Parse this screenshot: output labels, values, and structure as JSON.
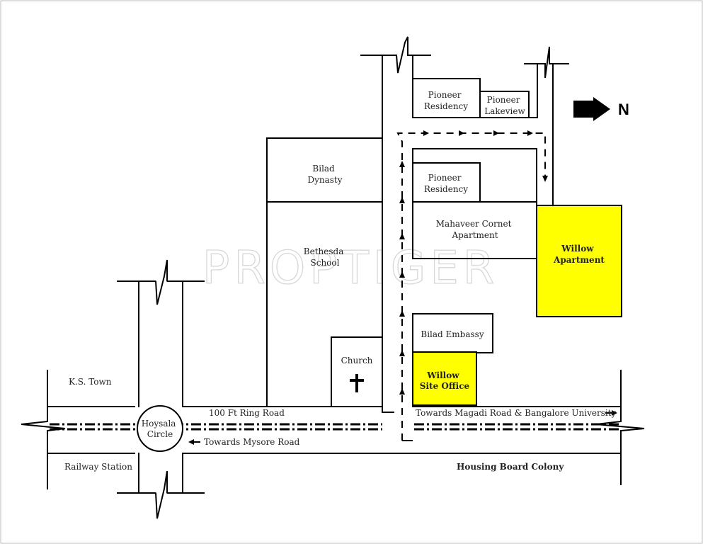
{
  "map": {
    "watermark": "PROPTIGER",
    "north_label": "N",
    "colors": {
      "highlight": "#ffff00",
      "line": "#000000",
      "background": "#ffffff"
    },
    "buildings": {
      "pioneer_residency_top": [
        "Pioneer",
        "Residency"
      ],
      "pioneer_lakeview": [
        "Pioneer",
        "Lakeview"
      ],
      "bilad_dynasty": [
        "Bilad",
        "Dynasty"
      ],
      "pioneer_residency_mid": [
        "Pioneer",
        "Residency"
      ],
      "mahaveer_cornet": [
        "Mahaveer Cornet",
        "Apartment"
      ],
      "bethesda_school": [
        "Bethesda",
        "School"
      ],
      "willow_apartment": [
        "Willow",
        "Apartment"
      ],
      "bilad_embassy": "Bilad Embassy",
      "church": "Church",
      "willow_site_office": [
        "Willow",
        "Site Office"
      ]
    },
    "labels": {
      "ks_town": "K.S. Town",
      "ring_road": "100 Ft Ring Road",
      "towards_magadi": "Towards Magadi Road & Bangalore University",
      "hoysala_circle": [
        "Hoysala",
        "Circle"
      ],
      "towards_mysore": "Towards Mysore Road",
      "railway_station": "Railway Station",
      "housing_board_colony": "Housing Board Colony"
    }
  }
}
